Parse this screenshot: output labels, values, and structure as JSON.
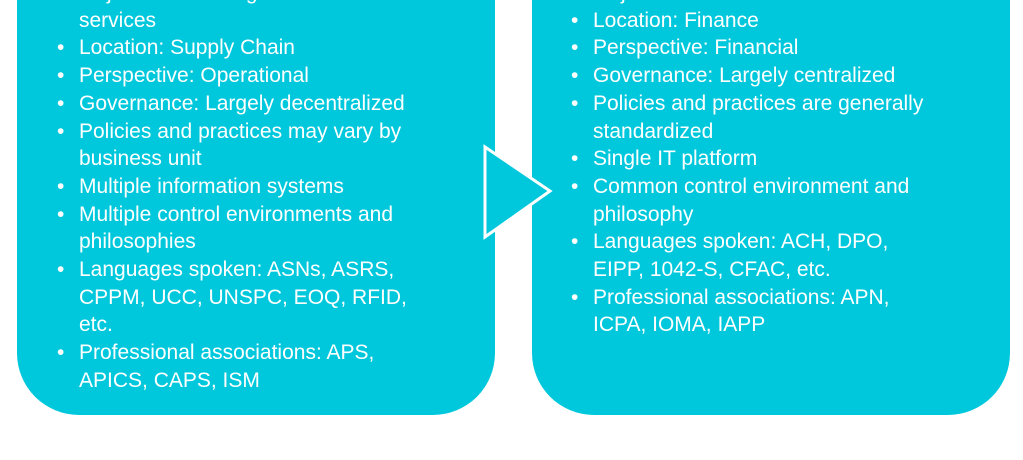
{
  "left_panel": {
    "items": [
      [
        "Objective: Obtain goods and",
        "services"
      ],
      [
        "Location: Supply Chain"
      ],
      [
        "Perspective: Operational"
      ],
      [
        "Governance: Largely decentralized"
      ],
      [
        "Policies and practices may vary by",
        "business unit"
      ],
      [
        "Multiple information systems"
      ],
      [
        "Multiple control environments and",
        "philosophies"
      ],
      [
        "Languages spoken: ASNs, ASRS,",
        "CPPM, UCC, UNSPC, EOQ, RFID,",
        "etc."
      ],
      [
        "Professional associations: APS,",
        "APICS, CAPS, ISM"
      ]
    ]
  },
  "right_panel": {
    "items": [
      [
        "Objective: Validate and disburse"
      ],
      [
        "Location: Finance"
      ],
      [
        "Perspective: Financial"
      ],
      [
        "Governance: Largely centralized"
      ],
      [
        "Policies and practices are generally",
        "standardized"
      ],
      [
        "Single IT platform"
      ],
      [
        "Common control environment and",
        "philosophy"
      ],
      [
        "Languages spoken: ACH, DPO,",
        "EIPP, 1042-S, CFAC, etc."
      ],
      [
        "Professional associations: APN,",
        "ICPA, IOMA, IAPP"
      ]
    ]
  },
  "colors": {
    "panel": "#00c8dc",
    "text": "#ffffff"
  }
}
